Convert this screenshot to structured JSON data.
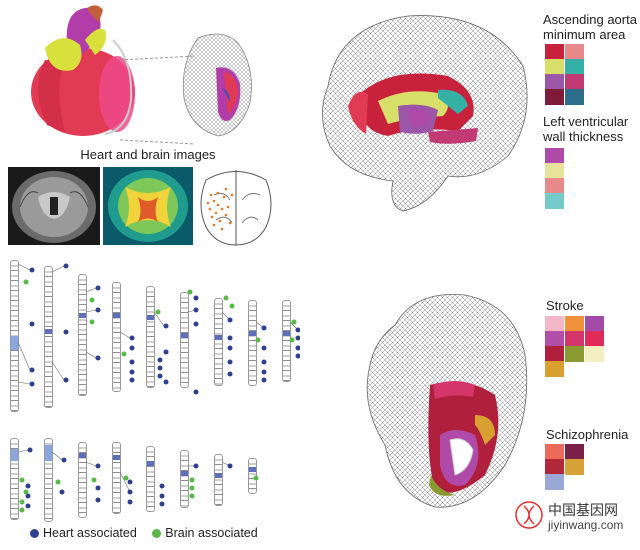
{
  "colors": {
    "heart_dot": "#2f3f8f",
    "brain_dot": "#5ab84a",
    "heart_red": "#e03a55",
    "magenta": "#b23ca8",
    "yellow": "#d8e03c"
  },
  "top_left": {
    "caption": "Heart and brain images"
  },
  "legend": {
    "heart_label": "Heart associated",
    "brain_label": "Brain associated"
  },
  "traits": {
    "aorta_line1": "Ascending aorta",
    "aorta_line2": "minimum area",
    "lv_line1": "Left ventricular",
    "lv_line2": "wall thickness",
    "stroke": "Stroke",
    "schizo": "Schizophrenia"
  },
  "swatches": {
    "aorta": [
      "#c8213c",
      "#e98a8a",
      "#d7df6a",
      "#35b0a4",
      "#9b56a8",
      "#c13a73",
      "#7e1a3a",
      "#2d6f8a"
    ],
    "lv": [
      "#b04aa9",
      "#e8e39a",
      "#e88a8a",
      "#74c9c9"
    ],
    "stroke": [
      "#f2b6c8",
      "#f0903a",
      "#a24aa8",
      "#b14ea8",
      "#d4356a",
      "#e02a5a",
      "#b01f3c",
      "#8a9a30",
      "#f4efc0",
      "#d8a030"
    ],
    "schizo": [
      "#ec6a5a",
      "#7a2048",
      "#b0283a",
      "#d8a23a",
      "#9aa8d8"
    ]
  },
  "watermark": {
    "cn": "中国基因网",
    "url": "jiyinwang.com"
  }
}
